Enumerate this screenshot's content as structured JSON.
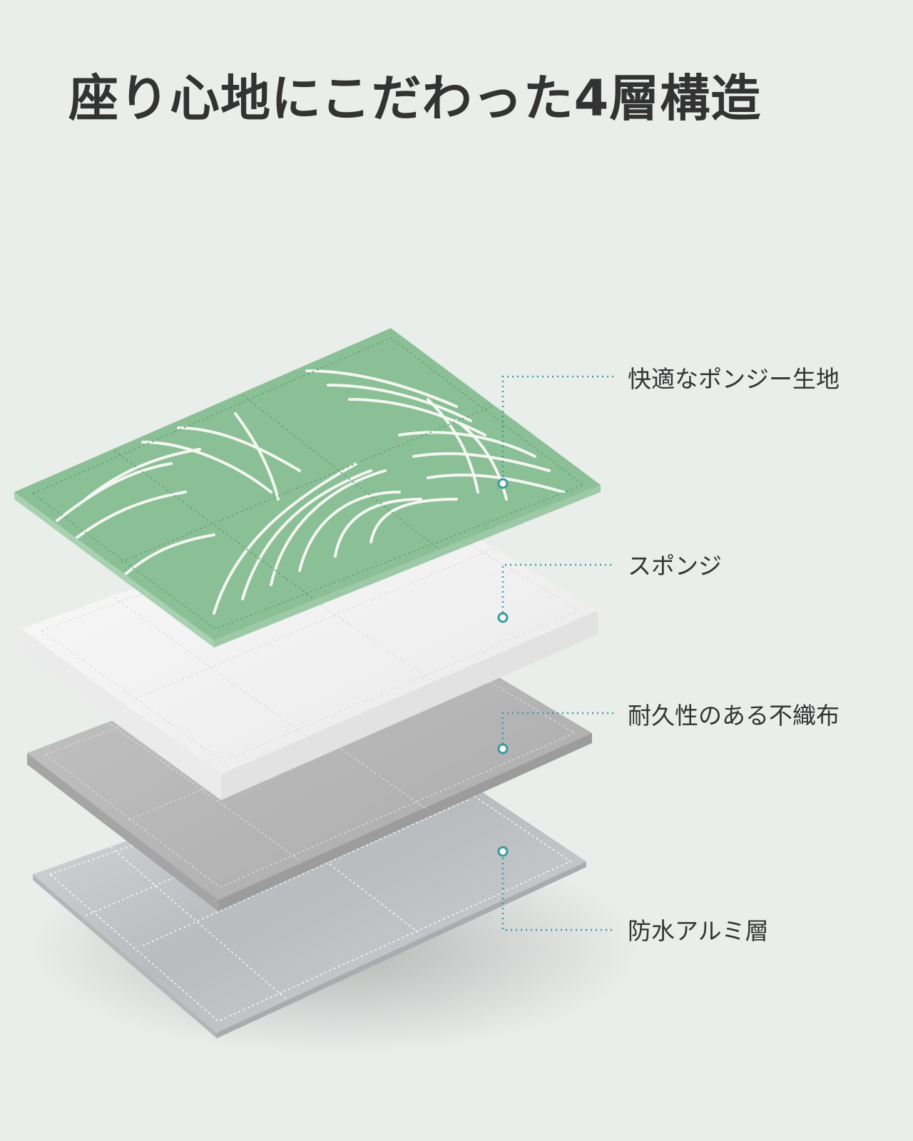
{
  "title": "座り心地にこだわった4層構造",
  "layers": [
    {
      "label": "快適なポンジー生地",
      "material": "fabric"
    },
    {
      "label": "スポンジ",
      "material": "sponge"
    },
    {
      "label": "耐久性のある不織布",
      "material": "non-woven"
    },
    {
      "label": "防水アルミ層",
      "material": "aluminum"
    }
  ],
  "colors": {
    "background": "#eaeeeb",
    "title_text": "#333333",
    "leader_line": "#3a9aa0",
    "fabric": "#8bbf96",
    "sponge": "#f3f3f3",
    "non_woven": "#b7b7b7",
    "aluminum": "#c8cacc"
  }
}
